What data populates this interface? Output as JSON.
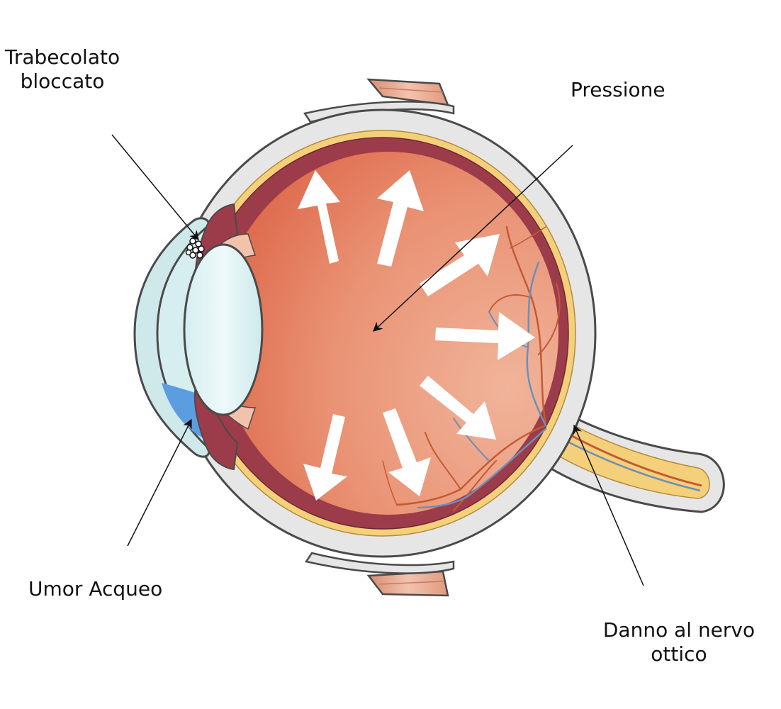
{
  "labels": {
    "trabecolato_line1": "Trabecolato",
    "trabecolato_line2": "bloccato",
    "pressione": "Pressione",
    "umor_acqueo": "Umor Acqueo",
    "danno_line1": "Danno al nervo",
    "danno_line2": "ottico"
  },
  "colors": {
    "vitreous_dark": "#df6a4a",
    "vitreous_light": "#f0b49a",
    "choroid": "#9c3c4a",
    "retina": "#f5d07a",
    "sclera": "#e6e6e6",
    "outline": "#4a4a4a",
    "cornea": "#cfe9ea",
    "lens": "#e3f4f5",
    "aqueous": "#5c9de0",
    "artery": "#c45a34",
    "vein": "#6c8fb8",
    "muscle": "#e9a88d",
    "arrow": "#ffffff",
    "leader": "#111111"
  },
  "icons": {
    "pressure_arrow": "white-pressure-arrow-icon",
    "blockage": "trabecular-blockage-icon"
  }
}
